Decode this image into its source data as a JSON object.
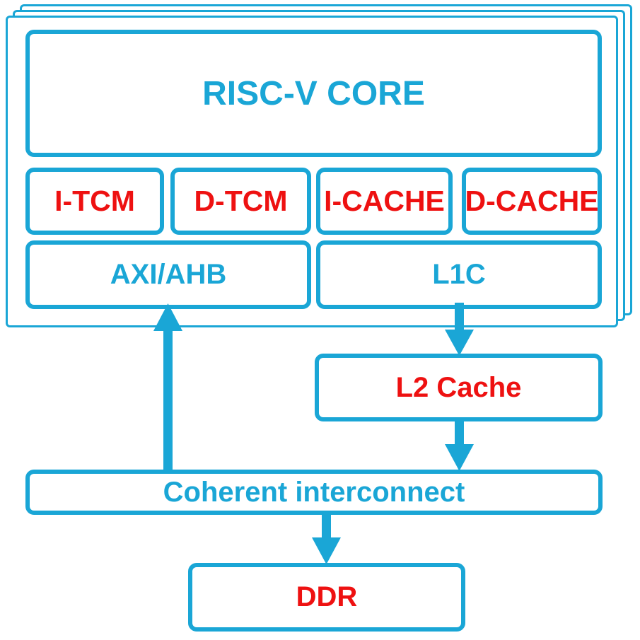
{
  "colors": {
    "border": "#1aa6d6",
    "label_blue": "#1aa6d6",
    "label_red": "#ee1111"
  },
  "core": {
    "title": "RISC-V CORE",
    "memories": [
      "I-TCM",
      "D-TCM",
      "I-CACHE",
      "D-CACHE"
    ],
    "bus_left": "AXI/AHB",
    "bus_right": "L1C"
  },
  "l2": "L2 Cache",
  "interconnect": "Coherent interconnect",
  "ddr": "DDR"
}
